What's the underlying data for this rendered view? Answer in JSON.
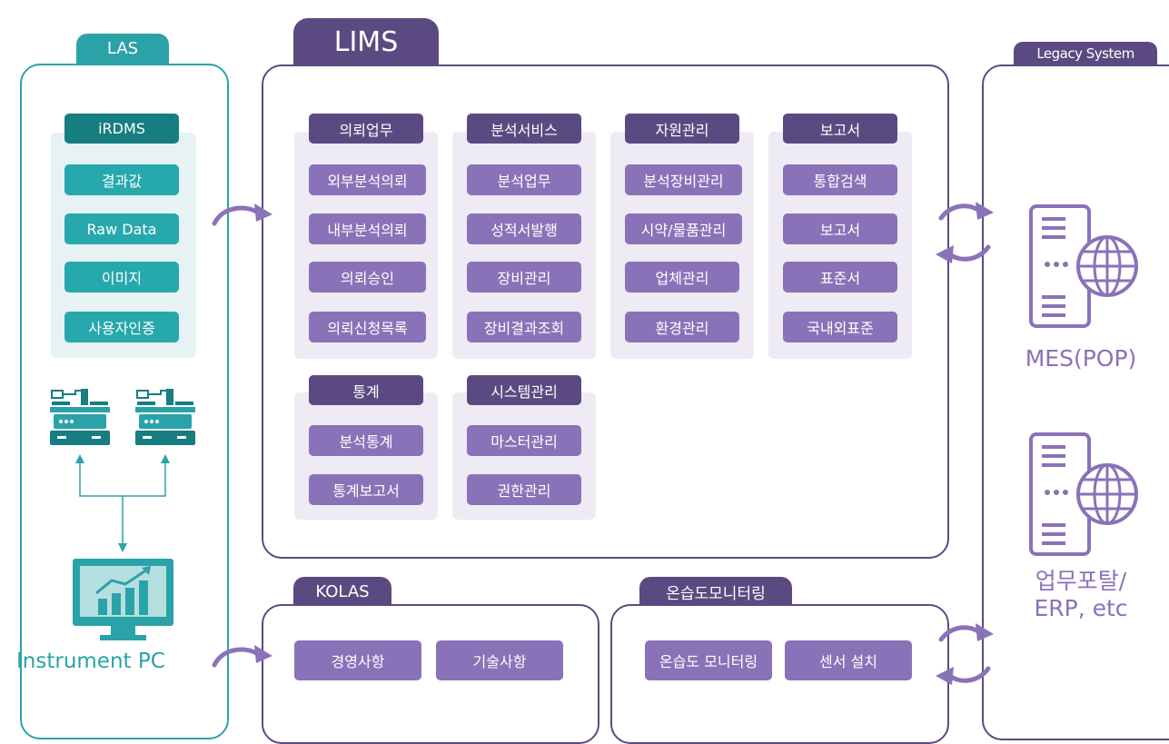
{
  "las": {
    "title": "LAS",
    "irdms": {
      "header": "iRDMS",
      "items": [
        "결과값",
        "Raw Data",
        "이미지",
        "사용자인증"
      ]
    },
    "instrument_pc_label": "Instrument PC"
  },
  "lims": {
    "title": "LIMS",
    "modules": [
      {
        "header": "의뢰업무",
        "items": [
          "외부분석의뢰",
          "내부분석의뢰",
          "의뢰승인",
          "의뢰신청목록"
        ]
      },
      {
        "header": "분석서비스",
        "items": [
          "분석업무",
          "성적서발행",
          "장비관리",
          "장비결과조회"
        ]
      },
      {
        "header": "자원관리",
        "items": [
          "분석장비관리",
          "시약/물품관리",
          "업체관리",
          "환경관리"
        ]
      },
      {
        "header": "보고서",
        "items": [
          "통합검색",
          "보고서",
          "표준서",
          "국내외표준"
        ]
      },
      {
        "header": "통계",
        "items": [
          "분석통계",
          "통계보고서"
        ]
      },
      {
        "header": "시스템관리",
        "items": [
          "마스터관리",
          "권한관리"
        ]
      }
    ]
  },
  "kolas": {
    "title": "KOLAS",
    "items": [
      "경영사항",
      "기술사항"
    ]
  },
  "thm": {
    "title": "온습도모니터링",
    "items": [
      "온습도 모니터링",
      "센서 설치"
    ]
  },
  "legacy": {
    "title": "Legacy System",
    "systems": [
      "MES(POP)",
      "업무포탈/\nERP, etc"
    ]
  },
  "icons": [
    "lab-instrument-icon",
    "monitor-chart-icon",
    "server-globe-icon",
    "curved-arrow-icon"
  ],
  "colors": {
    "teal": "#2aa3a8",
    "purple": "#5b4a82",
    "lavender": "#8a72b8"
  }
}
